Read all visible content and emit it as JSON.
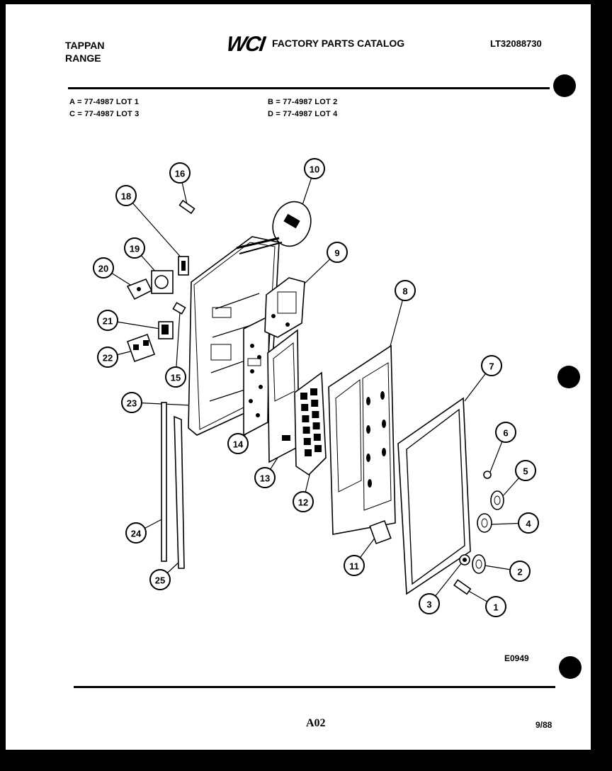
{
  "header": {
    "brand_line1": "TAPPAN",
    "brand_line2": "RANGE",
    "logo_text": "WCI",
    "catalog_title": "FACTORY PARTS CATALOG",
    "model_number": "LT32088730"
  },
  "lots": {
    "a": "A = 77-4987 LOT 1",
    "b": "B = 77-4987 LOT 2",
    "c": "C = 77-4987 LOT 3",
    "d": "D = 77-4987 LOT 4"
  },
  "callouts": [
    "1",
    "2",
    "3",
    "4",
    "5",
    "6",
    "7",
    "8",
    "9",
    "10",
    "11",
    "12",
    "13",
    "14",
    "15",
    "16",
    "18",
    "19",
    "20",
    "21",
    "22",
    "23",
    "24",
    "25"
  ],
  "diagram_code": "E0949",
  "footer": {
    "page_code": "A02",
    "date": "9/88"
  }
}
